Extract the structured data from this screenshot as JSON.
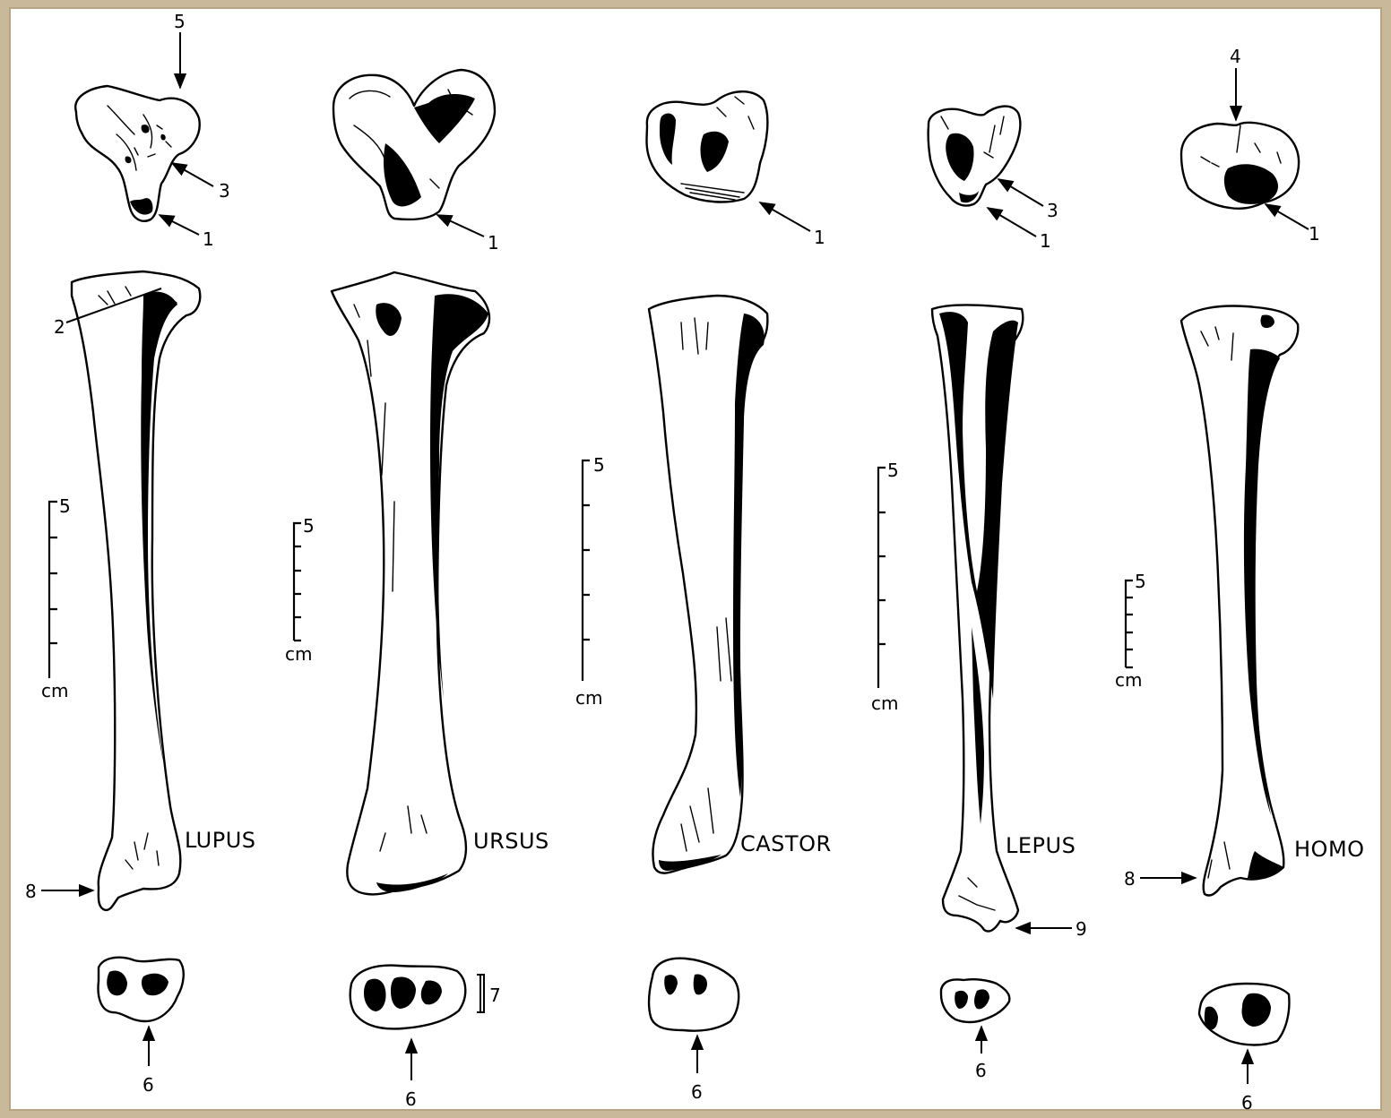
{
  "specimens": [
    {
      "name": "LUPUS"
    },
    {
      "name": "URSUS"
    },
    {
      "name": "CASTOR"
    },
    {
      "name": "LEPUS"
    },
    {
      "name": "HOMO"
    }
  ],
  "callouts": {
    "n1": "1",
    "n2": "2",
    "n3": "3",
    "n4": "4",
    "n5": "5",
    "n6": "6",
    "n7": "7",
    "n8": "8",
    "n9": "9"
  },
  "scale": {
    "top_label": "5",
    "unit": "cm"
  }
}
